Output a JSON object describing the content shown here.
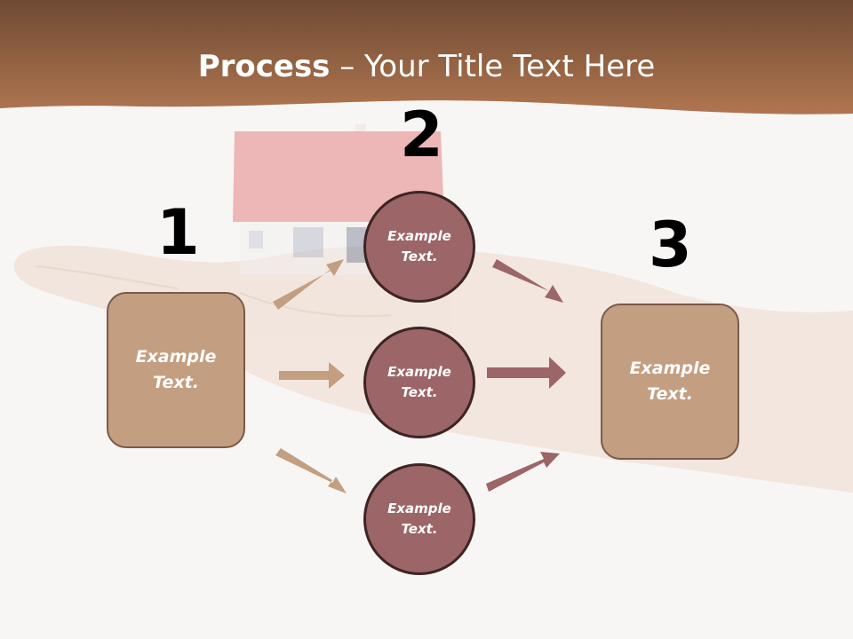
{
  "title": {
    "bold": "Process",
    "rest": " – Your Title Text Here"
  },
  "steps": {
    "one": "1",
    "two": "2",
    "three": "3"
  },
  "left_box": {
    "line1": "Example",
    "line2": "Text."
  },
  "circles": [
    {
      "line1": "Example",
      "line2": "Text."
    },
    {
      "line1": "Example",
      "line2": "Text."
    },
    {
      "line1": "Example",
      "line2": "Text."
    }
  ],
  "right_box": {
    "line1": "Example",
    "line2": "Text."
  },
  "colors": {
    "header": "#a67150",
    "box_fill": "#c49e80",
    "circle_fill": "#9c6567",
    "arrow_in": "#c49e80",
    "arrow_out": "#9c6567"
  }
}
